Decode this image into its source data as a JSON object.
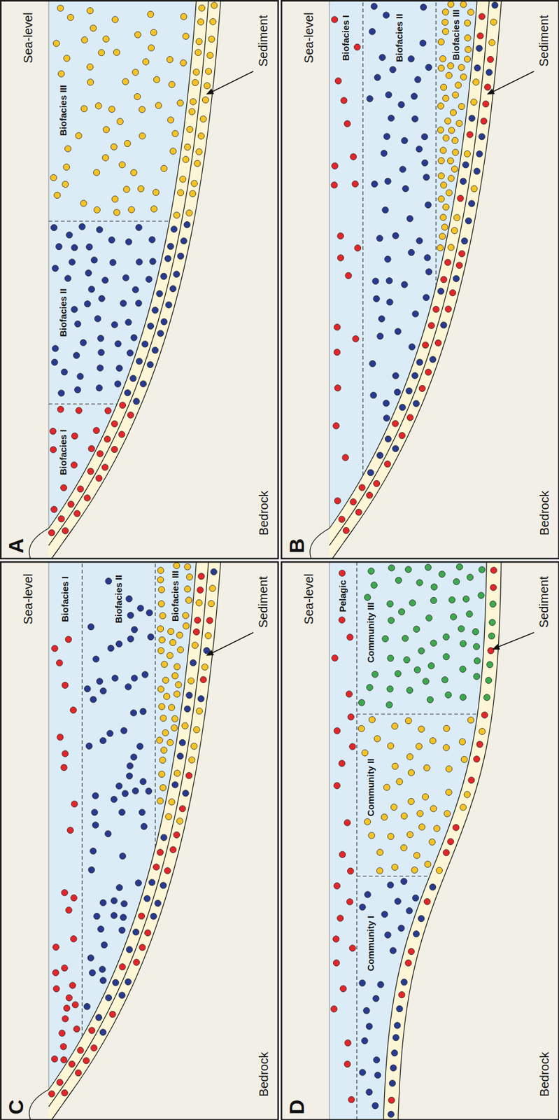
{
  "diagram": {
    "labels": [
      "A",
      "Biofacies I",
      "Biofacies II",
      "Biofacies III",
      "Sea-level",
      "Bedrock",
      "Sediment",
      "B",
      "Biofacies I",
      "Biofacies II",
      "Biofacies III",
      "Sea-level",
      "Bedrock",
      "Sediment",
      "C",
      "Biofacies I",
      "Biofacies II",
      "Biofacies III",
      "Sea-level",
      "Bedrock",
      "Sediment",
      "D",
      "Pelagic",
      "Community I",
      "Community II",
      "Community III",
      "Sea-level",
      "Bedrock",
      "Sediment"
    ]
  }
}
